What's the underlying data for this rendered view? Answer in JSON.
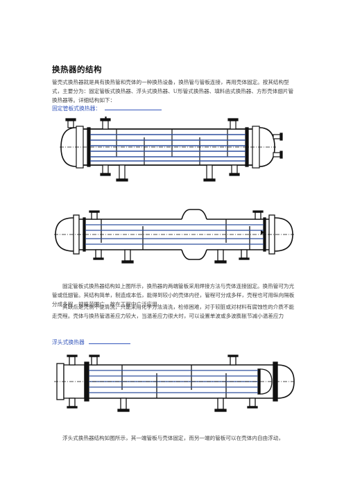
{
  "title": "换热器的结构",
  "intro": "管壳式换热器就是具有换热管和壳体的一种换热设备，换热管与管板连接，再用壳体固定。按其结构型式，主要分为：固定管板式换热器、浮头式换热器、U形管式换热器、填料函式换热器、方形壳体翅片管换热器等。详细结构如下：",
  "section_fixed": {
    "heading": "固定管板式换热器："
  },
  "fixed_desc_1": "固定管板式换热器结构如上图所示，换热器的两端管板采用焊接方法与壳体连接固定。换热管可为光管或低翅管。其结构简单，制造成本低，能得到较小的壳体内径，管程可分成多样，壳程也可用纵向隔板分成多程，规格范围广，故在工程中广泛应用。",
  "fixed_desc_2": "其缺点是壳侧不便清洗，只能采用化学方法清洗，检修困难，对于较脏或对材料有腐蚀性的介质不能走壳程。壳体与换热管温差应力较大，当温差应力很大时，可以设置单波或多波膨胀节减小温差应力",
  "section_floating": {
    "heading": "浮头式换热器"
  },
  "floating_desc": "浮头式换热器结构如图所示，其一端管板与壳体固定，而另一端的管板可以在壳体内自由浮动，",
  "drawing_icons": {
    "fig1": "fixed-tube-sheet-exchanger-drawing",
    "fig2": "fixed-tube-sheet-exchanger-with-expansion-joint-drawing",
    "fig3": "floating-head-exchanger-drawing"
  },
  "colors": {
    "heading_blue": "#3355bb",
    "tube_blue": "#2d4f9e",
    "line_black": "#111111"
  }
}
